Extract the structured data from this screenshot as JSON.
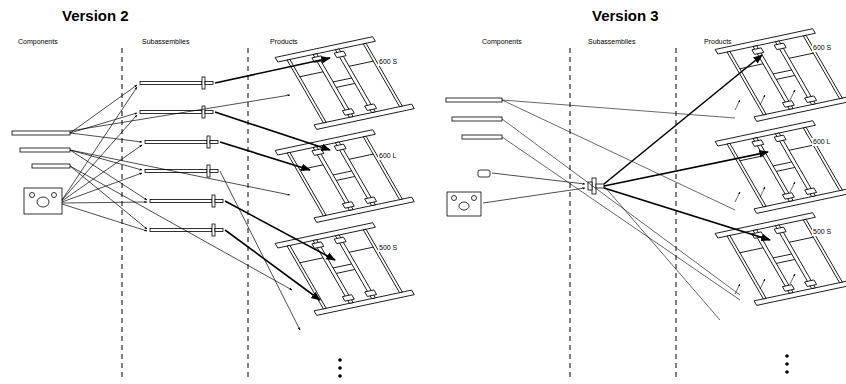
{
  "diagram": {
    "labels": [
      "Version 2",
      "Components",
      "Subassemblies",
      "Products",
      "600 S",
      "600 L",
      "500 S",
      "Version 3",
      "Components",
      "Subassemblies",
      "Products",
      "600 S",
      "600 L",
      "500 S"
    ]
  }
}
